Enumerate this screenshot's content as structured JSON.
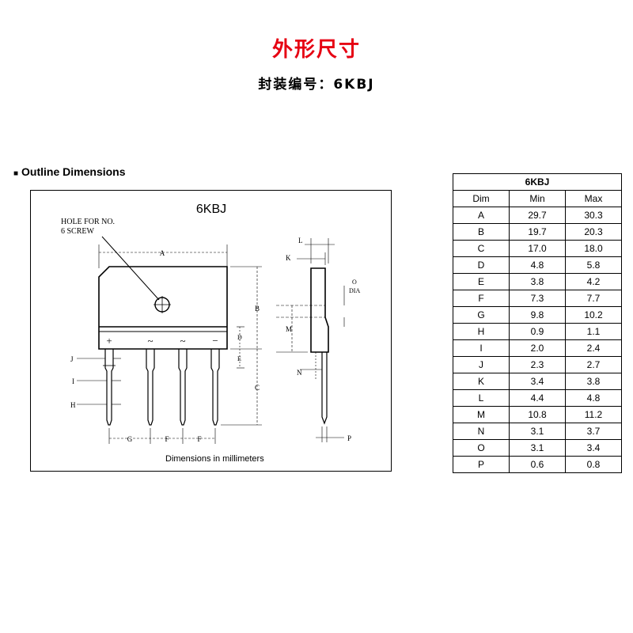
{
  "header": {
    "title": "外形尺寸",
    "package_label": "封装编号：6KBJ"
  },
  "section": {
    "heading": "Outline Dimensions"
  },
  "drawing": {
    "package_name": "6KBJ",
    "hole_note_line1": "HOLE FOR NO.",
    "hole_note_line2": "6 SCREW",
    "terminals": [
      "+",
      "~",
      "~",
      "−"
    ],
    "dim_letters": {
      "A": "A",
      "B": "B",
      "C": "C",
      "D": "D",
      "E": "E",
      "F": "F",
      "G": "G",
      "H": "H",
      "I": "I",
      "J": "J",
      "K": "K",
      "L": "L",
      "M": "M",
      "N": "N",
      "O": "O",
      "P": "P"
    },
    "dia_label": "DIA",
    "units_note": "Dimensions in millimeters"
  },
  "table": {
    "title": "6KBJ",
    "headers": [
      "Dim",
      "Min",
      "Max"
    ],
    "rows": [
      [
        "A",
        "29.7",
        "30.3"
      ],
      [
        "B",
        "19.7",
        "20.3"
      ],
      [
        "C",
        "17.0",
        "18.0"
      ],
      [
        "D",
        "4.8",
        "5.8"
      ],
      [
        "E",
        "3.8",
        "4.2"
      ],
      [
        "F",
        "7.3",
        "7.7"
      ],
      [
        "G",
        "9.8",
        "10.2"
      ],
      [
        "H",
        "0.9",
        "1.1"
      ],
      [
        "I",
        "2.0",
        "2.4"
      ],
      [
        "J",
        "2.3",
        "2.7"
      ],
      [
        "K",
        "3.4",
        "3.8"
      ],
      [
        "L",
        "4.4",
        "4.8"
      ],
      [
        "M",
        "10.8",
        "11.2"
      ],
      [
        "N",
        "3.1",
        "3.7"
      ],
      [
        "O",
        "3.1",
        "3.4"
      ],
      [
        "P",
        "0.6",
        "0.8"
      ]
    ]
  }
}
